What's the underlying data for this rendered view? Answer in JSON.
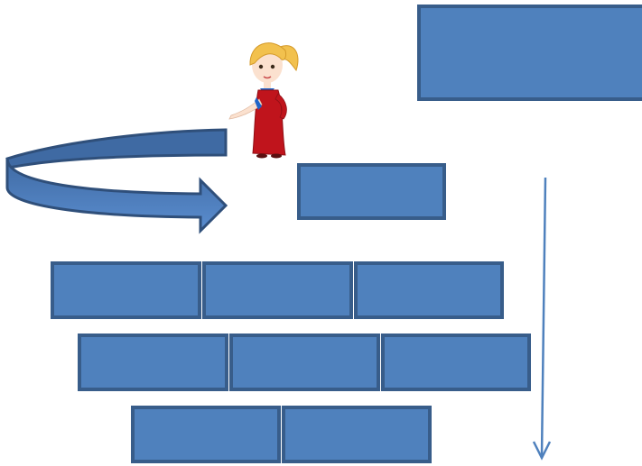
{
  "colors": {
    "box_fill": "#4f81bd",
    "box_stroke": "#385d8a",
    "arrow_stroke": "#4f81bd",
    "background": "#ffffff",
    "character_dress": "#c0141c",
    "character_hair": "#f2c14e"
  },
  "icons": {
    "character": "girl-character-icon",
    "curved_arrow": "curved-return-arrow",
    "down_arrow": "down-arrow"
  },
  "diagram": {
    "rows": [
      {
        "id": "top-right",
        "count": 1
      },
      {
        "id": "single-step",
        "count": 1
      },
      {
        "id": "row-1",
        "count": 3
      },
      {
        "id": "row-2",
        "count": 3
      },
      {
        "id": "row-3",
        "count": 2
      }
    ]
  }
}
